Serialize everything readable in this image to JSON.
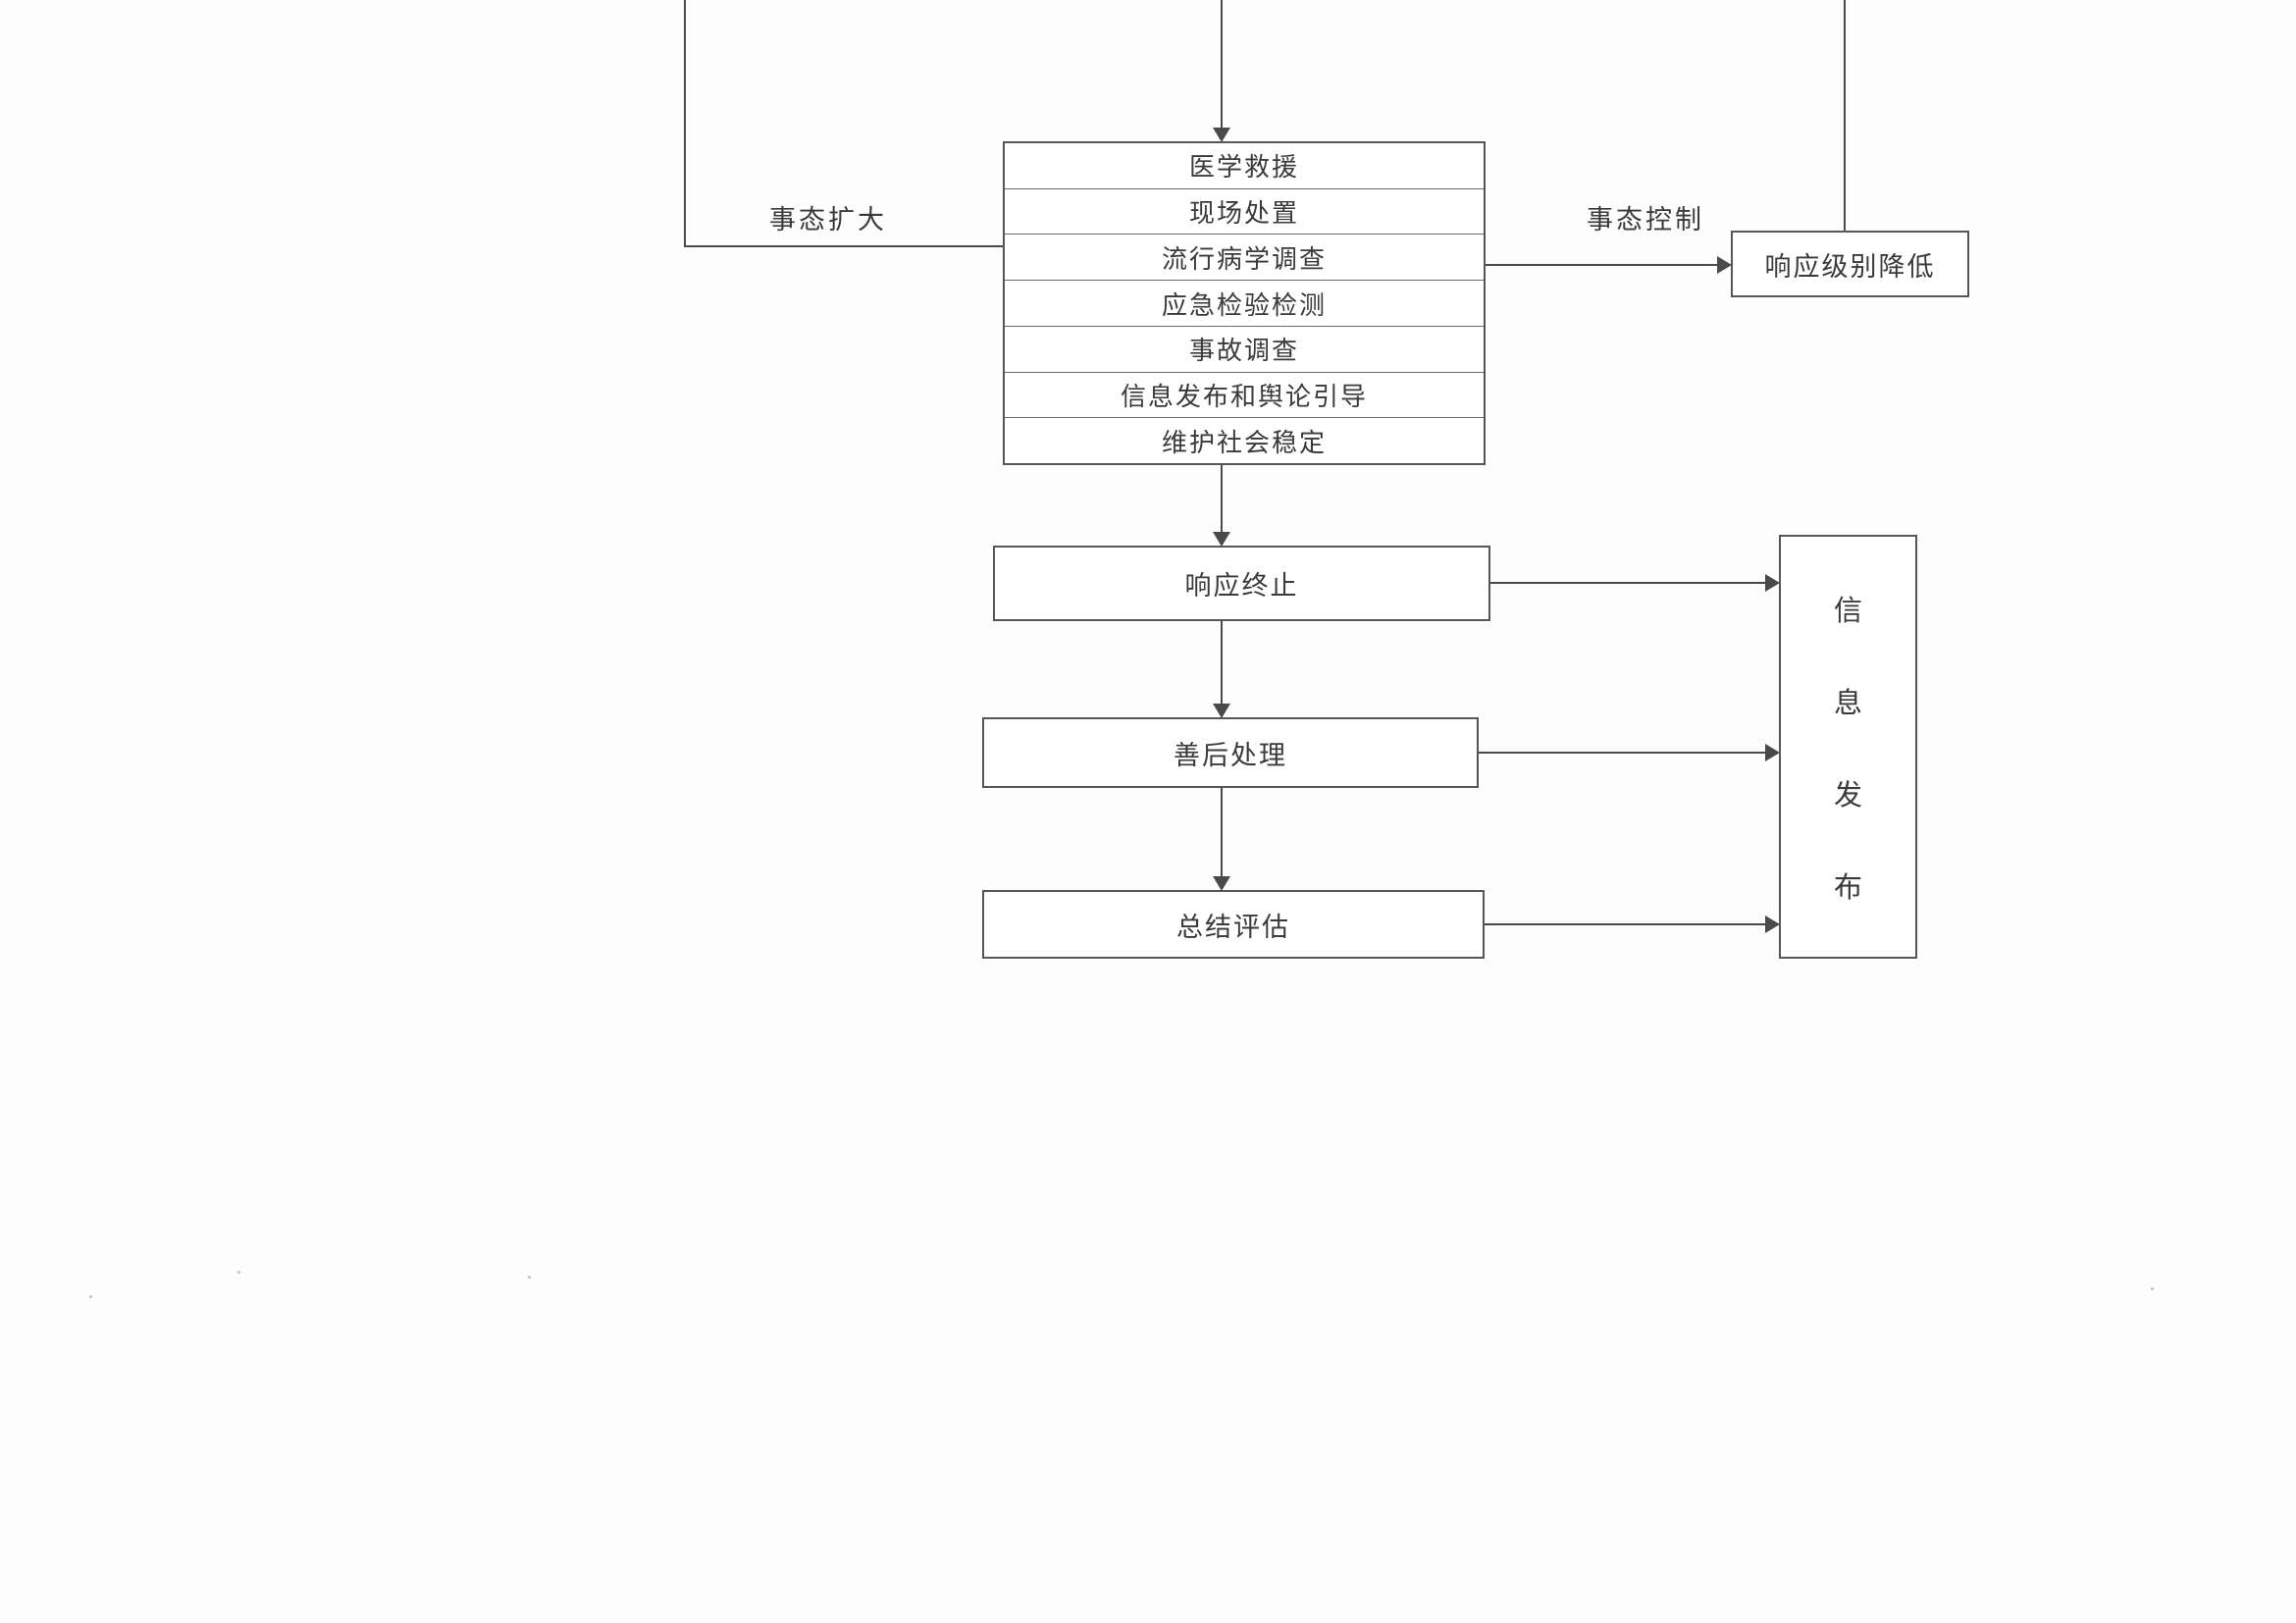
{
  "diagram": {
    "edge_labels": {
      "escalation": "事态扩大",
      "control": "事态控制"
    },
    "response_actions": {
      "rows": [
        "医学救援",
        "现场处置",
        "流行病学调查",
        "应急检验检测",
        "事故调查",
        "信息发布和舆论引导",
        "维护社会稳定"
      ]
    },
    "boxes": {
      "lower_response_level": "响应级别降低",
      "terminate_response": "响应终止",
      "aftermath": "善后处理",
      "summary_evaluation": "总结评估"
    },
    "info_release": {
      "chars": [
        "信",
        "息",
        "发",
        "布"
      ]
    },
    "colors": {
      "line": "#4a4a4a",
      "border": "#565656",
      "text": "#3a3a3a",
      "background": "#fdfdfd"
    }
  }
}
